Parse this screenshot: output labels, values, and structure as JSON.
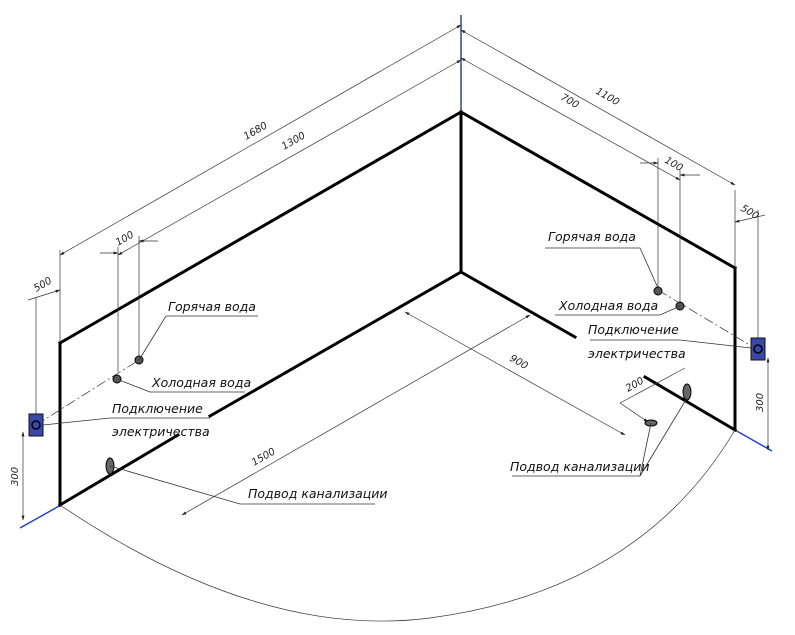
{
  "colors": {
    "axis": "#1a3fbf",
    "socket": "#3949ab",
    "wall": "#000000",
    "text": "#111111"
  },
  "labels": {
    "left_hot": "Горячая вода",
    "left_cold": "Холодная вода",
    "left_elec_1": "Подключение",
    "left_elec_2": "электричества",
    "left_drain": "Подвод канализации",
    "right_hot": "Горячая вода",
    "right_cold": "Холодная вода",
    "right_elec_1": "Подключение",
    "right_elec_2": "электричества",
    "right_drain": "Подвод канализации"
  },
  "dimensions": {
    "d1680": "1680",
    "d1300": "1300",
    "d100_left": "100",
    "d500_left": "500",
    "d300_left": "300",
    "d1500": "1500",
    "d900": "900",
    "d1100": "1100",
    "d700": "700",
    "d100_right": "100",
    "d500_right": "500",
    "d300_right": "300",
    "d200": "200"
  },
  "icons": [
    "electrical-socket-icon",
    "pipe-outlet-icon",
    "drain-outlet-icon"
  ]
}
